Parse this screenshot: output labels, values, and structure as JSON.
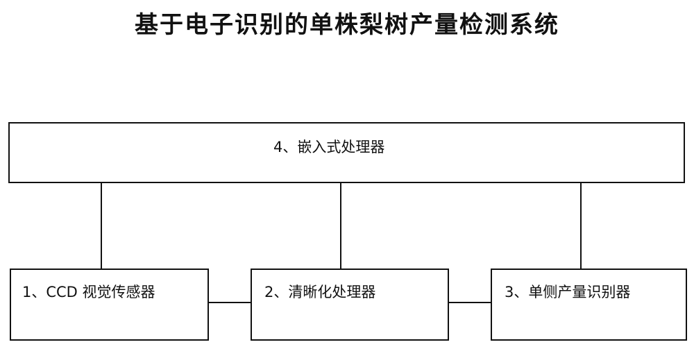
{
  "title": "基于电子识别的单株梨树产量检测系统",
  "nodes": {
    "processor": {
      "label": "4、嵌入式处理器"
    },
    "ccd_sensor": {
      "label": "1、CCD 视觉传感器"
    },
    "sharpening": {
      "label": "2、清晰化处理器"
    },
    "yield_recognizer": {
      "label": "3、单侧产量识别器"
    }
  },
  "colors": {
    "line": "#111111",
    "background": "#ffffff"
  }
}
